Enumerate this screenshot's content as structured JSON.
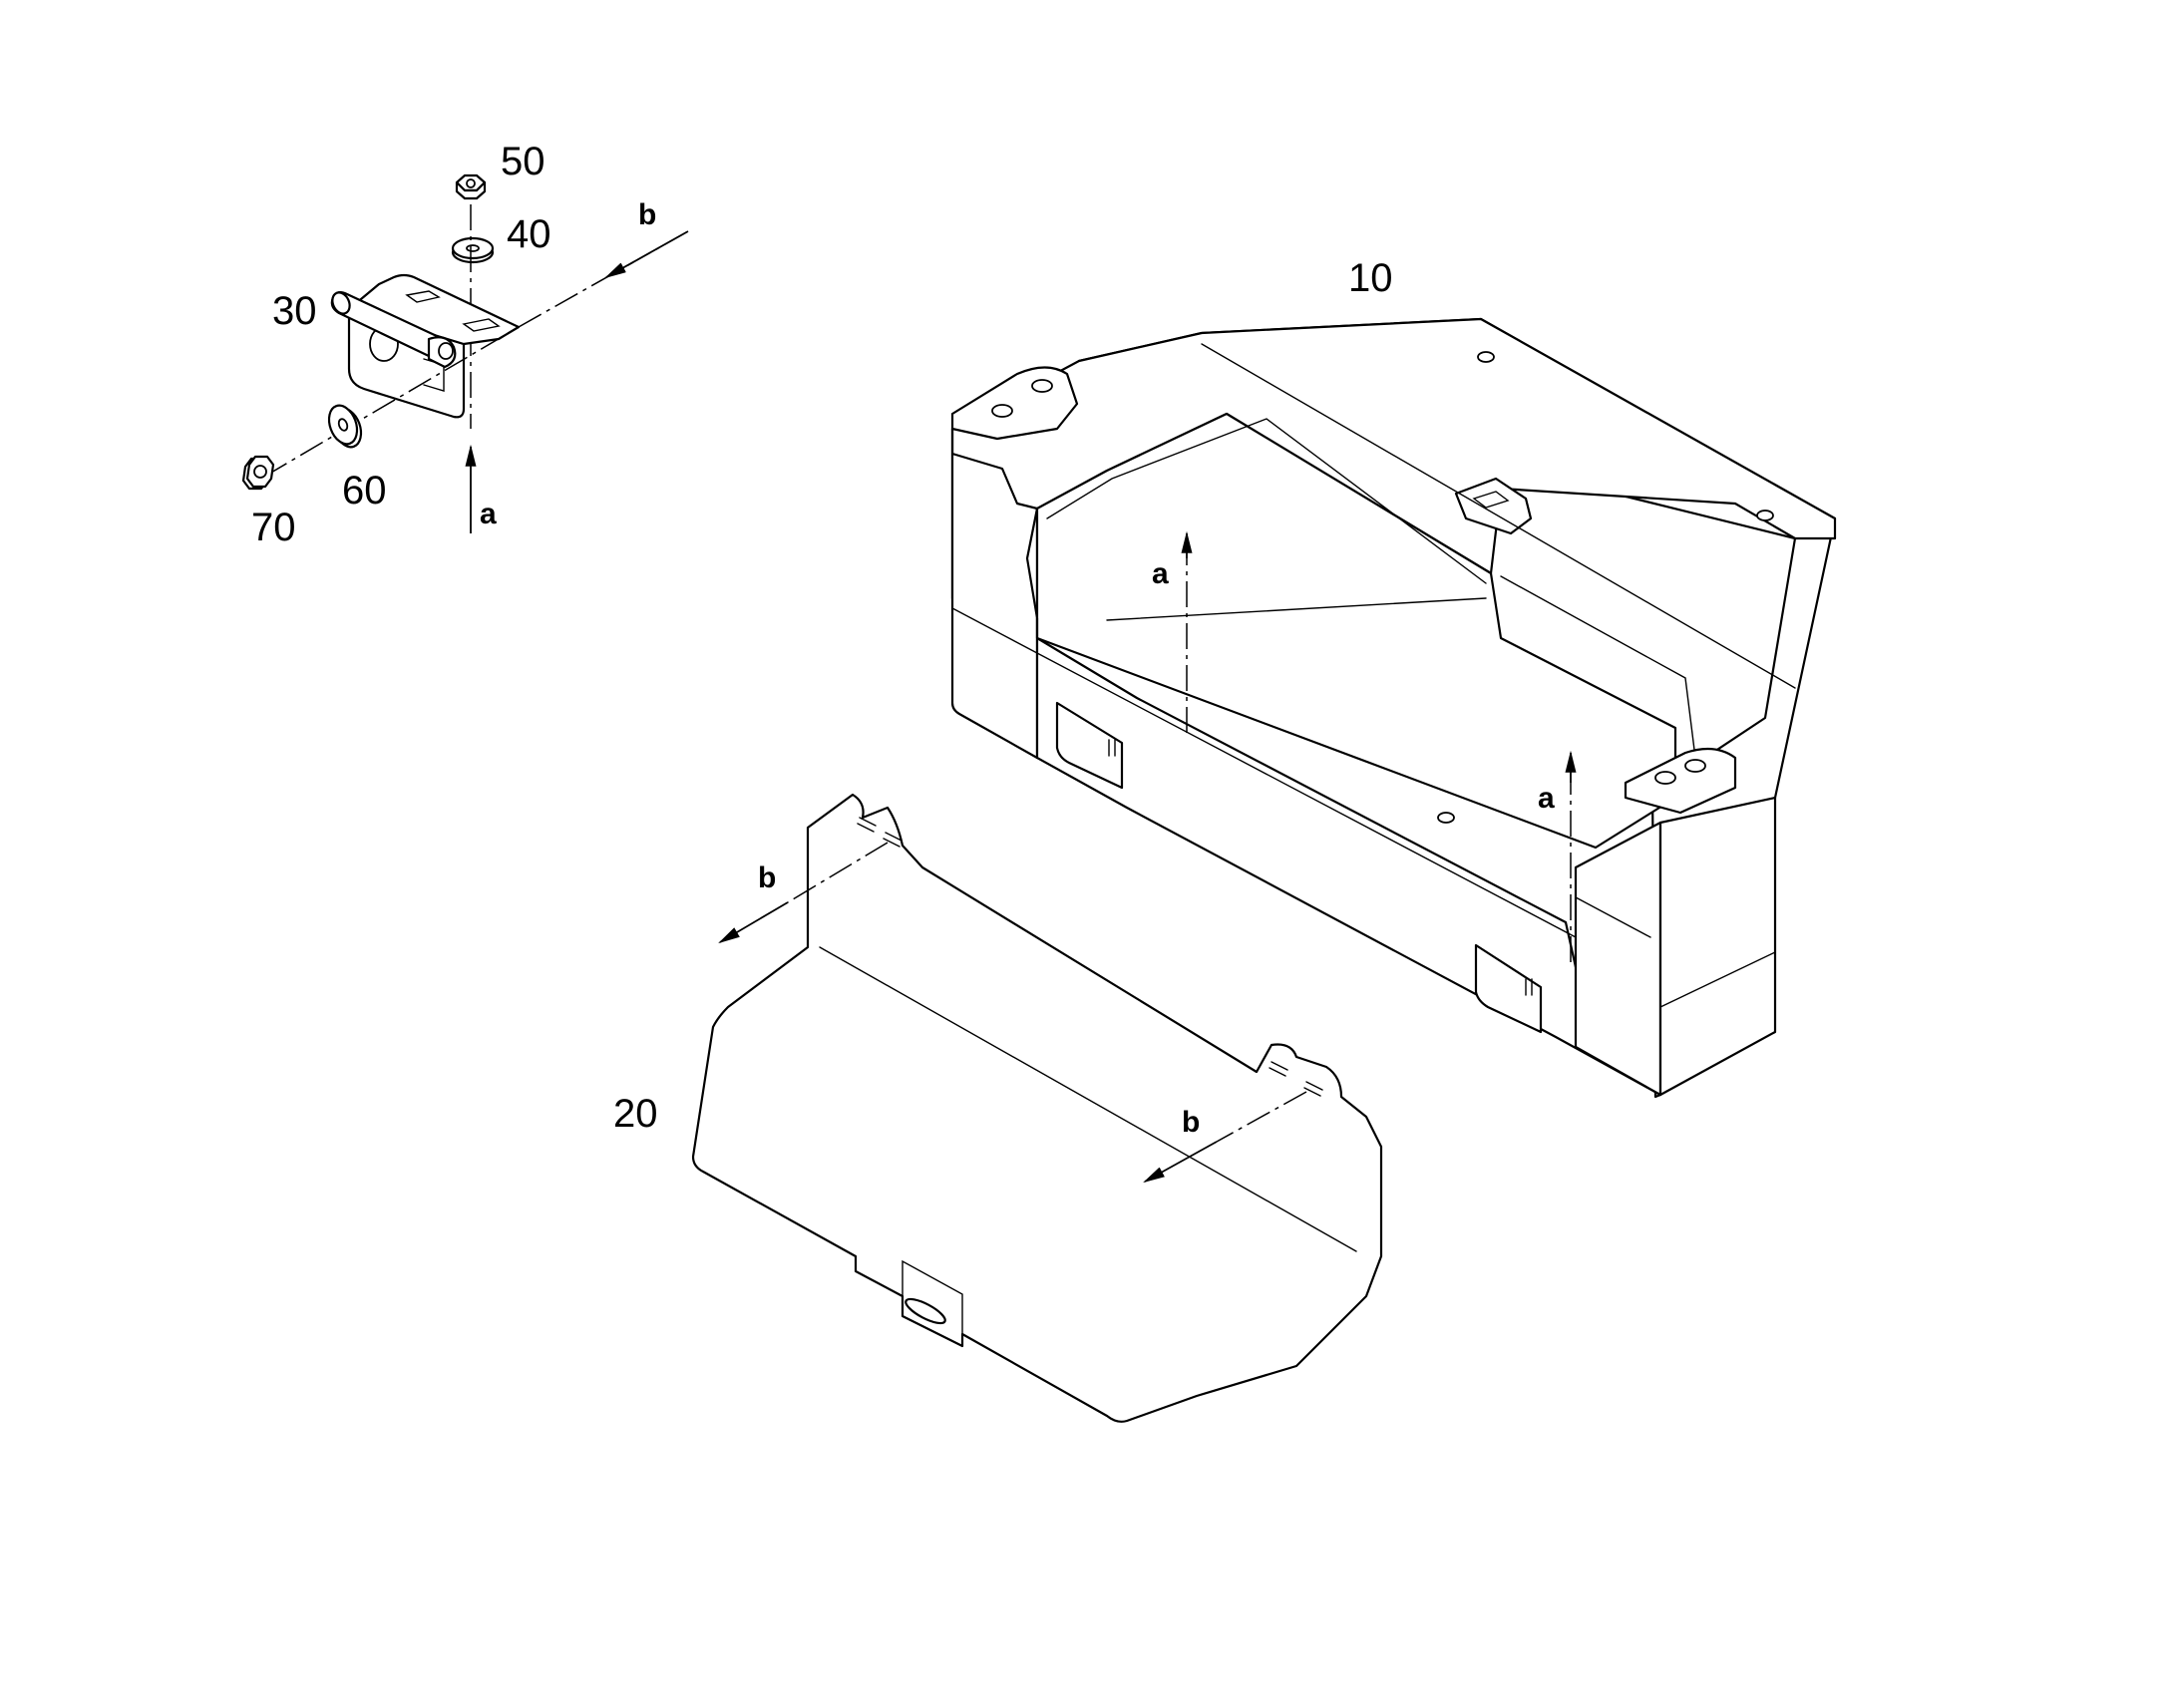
{
  "callouts": {
    "c10": "10",
    "c20": "20",
    "c30": "30",
    "c40": "40",
    "c50": "50",
    "c60": "60",
    "c70": "70"
  },
  "direction_marks": {
    "a": "a",
    "b": "b"
  },
  "colors": {
    "line": "#000000",
    "background": "#ffffff"
  }
}
